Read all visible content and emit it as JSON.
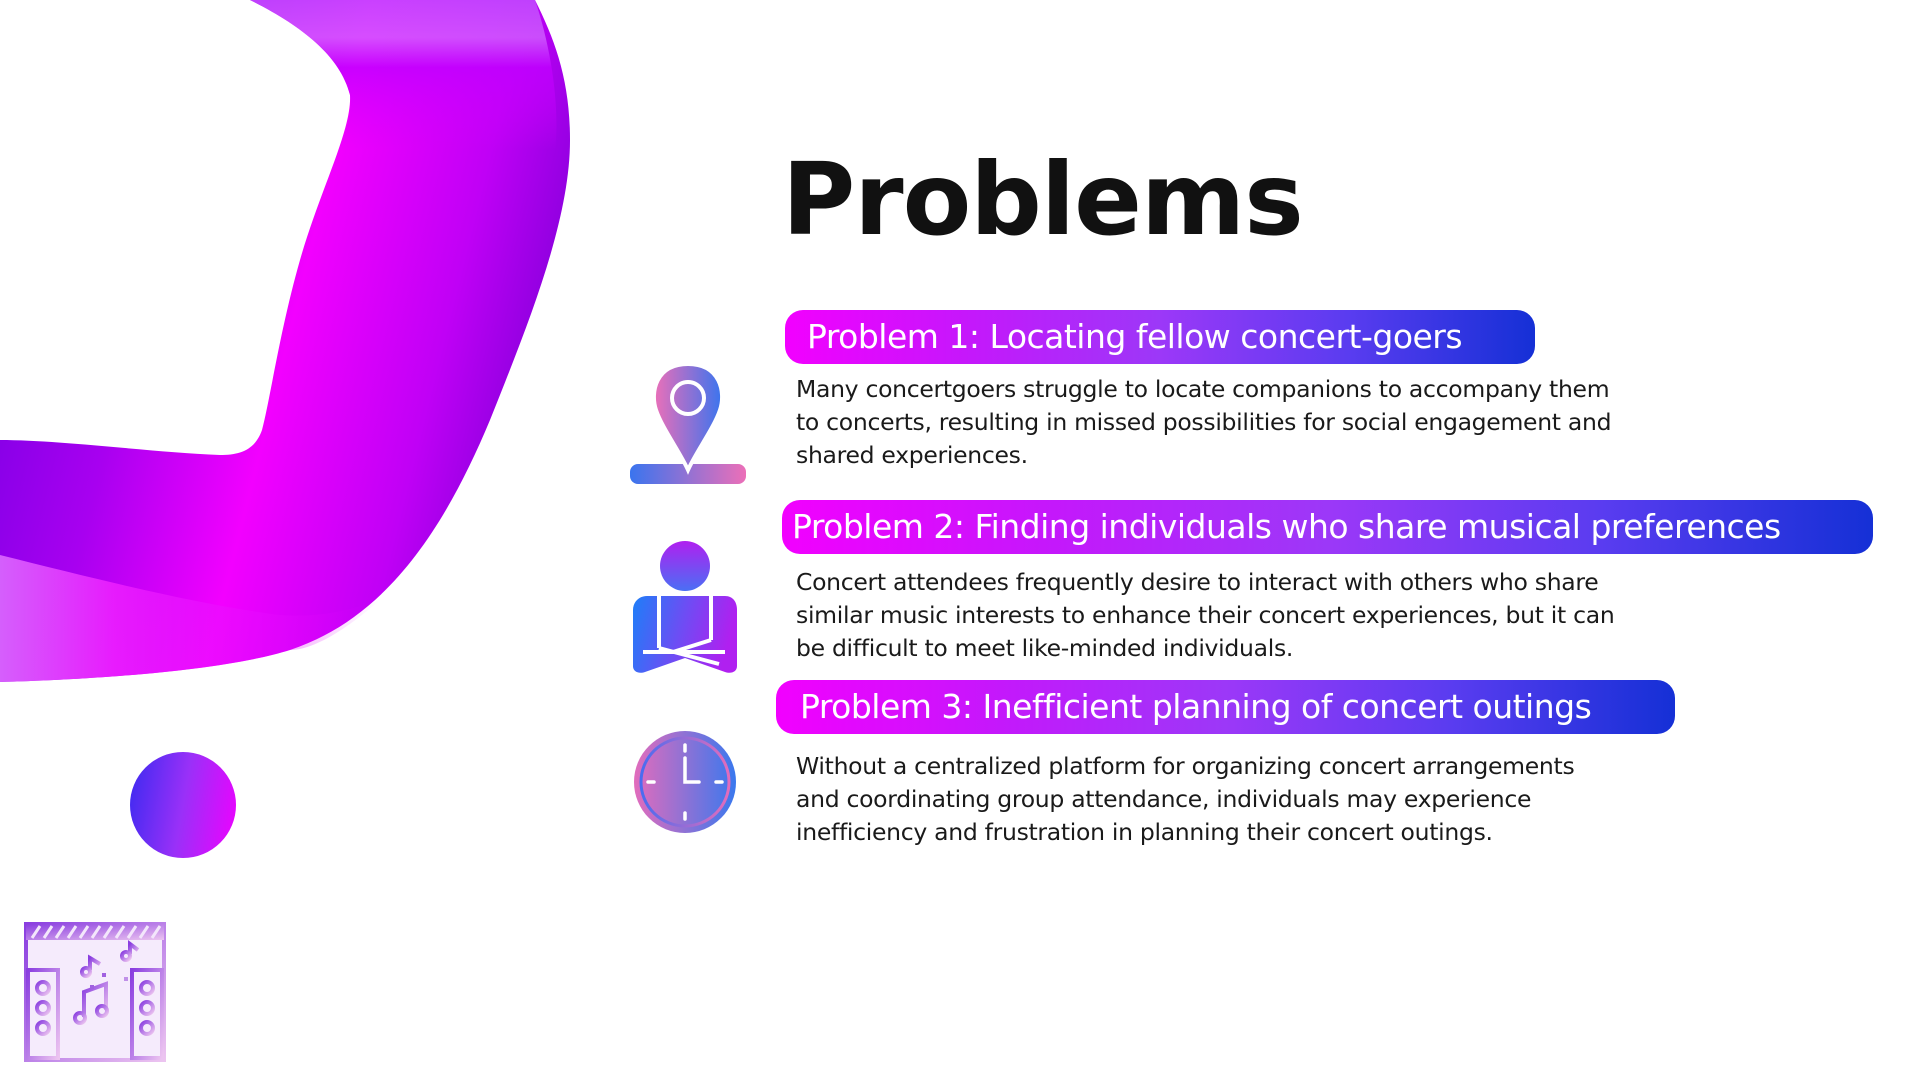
{
  "slide": {
    "title": "Problems",
    "colors": {
      "accent_magenta": "#f200ff",
      "accent_purple": "#9c38f8",
      "accent_blue": "#1530d6",
      "title": "#111111",
      "body": "#1a1a1a",
      "background": "#ffffff"
    },
    "problems": [
      {
        "icon": "map-pin-icon",
        "heading": "Problem 1: Locating fellow  concert-goers",
        "lines": [
          "Many concertgoers struggle to locate companions to accompany them",
          "to concerts, resulting in missed possibilities for social engagement and",
          "shared experiences."
        ]
      },
      {
        "icon": "person-icon",
        "heading": "Problem 2: Finding individuals who share musical preferences",
        "lines": [
          "Concert attendees frequently desire to interact with others who share",
          "similar music interests to enhance their concert experiences, but it can",
          "be difficult to meet like-minded individuals."
        ]
      },
      {
        "icon": "clock-icon",
        "heading": "Problem 3: Inefficient planning of concert outings",
        "lines": [
          "Without a centralized platform for organizing concert arrangements",
          "and coordinating group attendance, individuals may experience",
          "inefficiency and frustration in planning their concert outings."
        ]
      }
    ],
    "decorations": [
      "ribbon-shape",
      "gradient-circle",
      "music-stage-icon"
    ]
  }
}
